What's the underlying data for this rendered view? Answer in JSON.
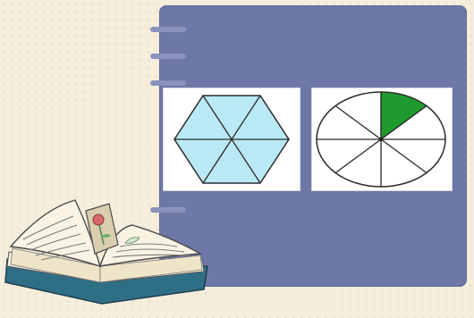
{
  "colors": {
    "background": "#f6eedd",
    "panel": "#6e78a6",
    "hexagon_fill": "#b9e9f5",
    "pie_highlight": "#1f9a2e",
    "book_cover": "#2f6f86"
  },
  "figures": {
    "hexagon": {
      "total_parts": 6,
      "shaded_parts": 6
    },
    "circle": {
      "total_parts": 8,
      "shaded_parts": 1
    }
  }
}
